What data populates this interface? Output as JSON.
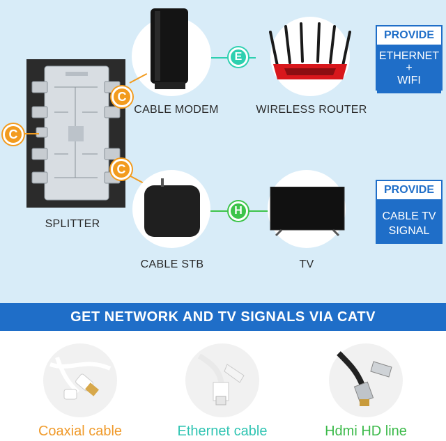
{
  "devices": {
    "splitter_label": "SPLITTER",
    "modem_label": "CABLE MODEM",
    "router_label": "WIRELESS ROUTER",
    "stb_label": "CABLE STB",
    "tv_label": "TV"
  },
  "connectors": {
    "coax_letter": "C",
    "ethernet_letter": "E",
    "hdmi_letter": "H"
  },
  "provide_boxes": [
    {
      "title": "PROVIDE",
      "line1": "ETHERNET",
      "line2": "+",
      "line3": "WIFI"
    },
    {
      "title": "PROVIDE",
      "line1": "CABLE TV",
      "line2": "SIGNAL"
    }
  ],
  "banner": "GET NETWORK AND TV SIGNALS VIA CATV",
  "cables": [
    {
      "label": "Coaxial cable",
      "color": "#f09a2a"
    },
    {
      "label": "Ethernet cable",
      "color": "#2fc4b2"
    },
    {
      "label": "Hdmi HD line",
      "color": "#3cba4a"
    }
  ],
  "colors": {
    "accent_blue": "#1f6ec8",
    "background": "#d8ecf8",
    "coax_orange": "#f29b1e"
  }
}
